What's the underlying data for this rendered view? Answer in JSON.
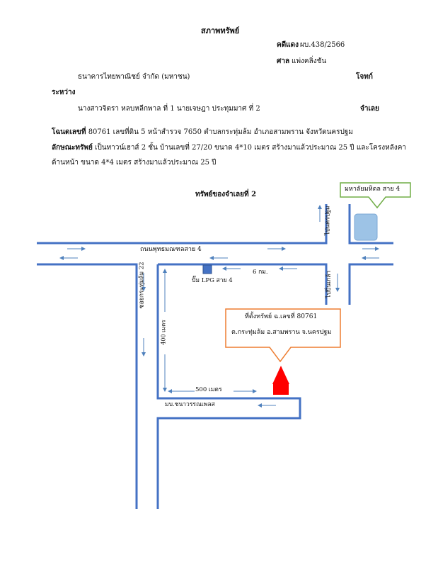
{
  "header": {
    "title": "สภาพทรัพย์",
    "case_label": "คดีแดง",
    "case_number": "ผบ.438/2566",
    "court_label": "ศาล",
    "court_name": "แพ่งคลิ่งชัน",
    "plaintiff_name": "ธนาคารไทยพาณิชย์ จำกัด (มหาชน)",
    "plaintiff_role": "โจทก์",
    "between": "ระหว่าง",
    "defendant_names": "นางสาวจิตรา หลบหลีกพาล ที่ 1 นายเจษฎา ประทุมมาศ ที่ 2",
    "defendant_role": "จำเลย"
  },
  "property": {
    "deed_label": "โฉนดเลขที่",
    "deed_text": "80761 เลขที่ดิน 5 หน้าสำรวจ 7650 ตำบลกระทุ่มล้ม อำเภอสามพราน จังหวัดนครปฐม",
    "desc_label": "ลักษณะทรัพย์",
    "desc_line1": "เป็นทาวน์เฮาส์ 2 ชั้น บ้านเลขที่ 27/20 ขนาด 4*10 เมตร สร้างมาแล้วประมาณ 25 ปี และโครงหลังคา",
    "desc_line2": "ด้านหน้า ขนาด 4*4 เมตร สร้างมาแล้วประมาณ 25 ปี"
  },
  "map": {
    "title": "ทรัพย์ของจำเลยที่ 2",
    "university_label": "มหาลัยมหิดล สาย 4",
    "main_road": "ถนนพุทธมณฑลสาย 4",
    "soi_label": "ซอยกระทุ่มล้ม 22",
    "to_nakhon_pathom": "ไปนครปฐม",
    "to_pinklao": "ไปปิ่นเกล้า",
    "lpg_label": "ปั๊ม LPG สาย 4",
    "distance_6km": "6 กม.",
    "distance_400m": "400 เมตร",
    "distance_500m": "500 เมตร",
    "village_label": "มบ.ชนาวรรณเพลส",
    "property_callout_line1": "ที่ตั้งทรัพย์ ฉ.เลขที่ 80761",
    "property_callout_line2": "ต.กระทุ่มล้ม อ.สามพราน จ.นครปฐม",
    "road_color": "#4472c4",
    "arrow_color": "#4f81bd",
    "university_callout_color": "#70ad47",
    "property_callout_color": "#ed7d31",
    "marker_color": "#ff0000",
    "building_color": "#9dc3e6"
  }
}
